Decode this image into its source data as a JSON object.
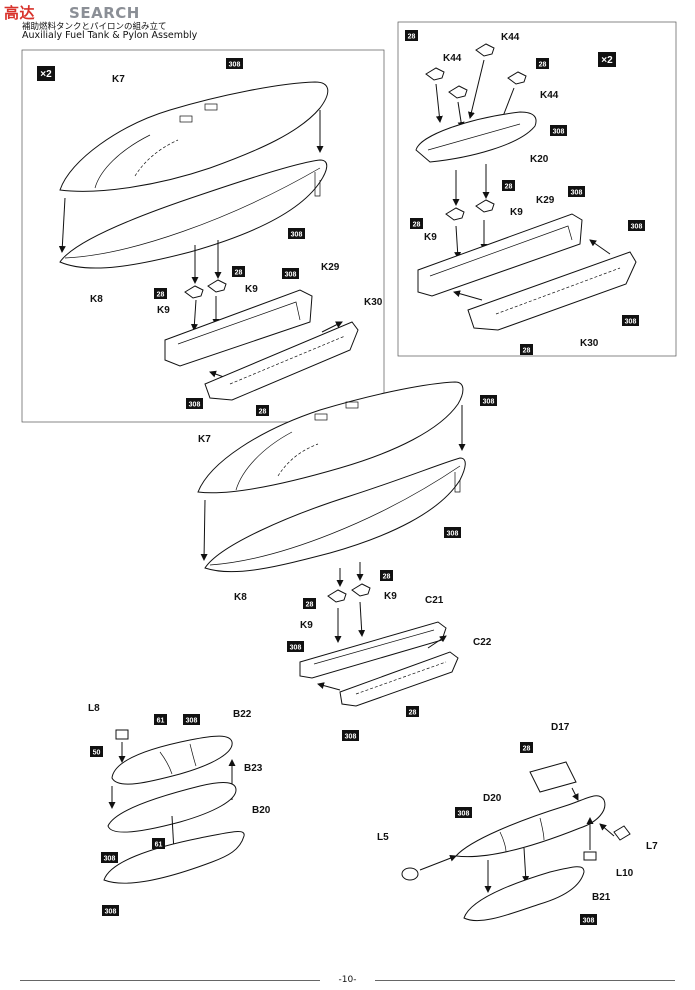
{
  "header": {
    "logo_red": "高",
    "logo_red2": "达",
    "logo_gray": "SEARCH",
    "logo_prefix": "",
    "title_jp": "補助燃料タンクとパイロンの組み立て",
    "title_en": "Auxilialy Fuel Tank & Pylon Assembly"
  },
  "page_number": "-10-",
  "multipliers": {
    "left": "×2",
    "right": "×2"
  },
  "color_tags": {
    "t308": "308",
    "t28": "28",
    "t61": "61",
    "t50": "50"
  },
  "parts": {
    "K7": "K7",
    "K8": "K8",
    "K9": "K9",
    "K29": "K29",
    "K30": "K30",
    "K20": "K20",
    "K44": "K44",
    "C21": "C21",
    "C22": "C22",
    "L8": "L8",
    "B22": "B22",
    "B23": "B23",
    "B20": "B20",
    "D17": "D17",
    "D20": "D20",
    "L5": "L5",
    "L7": "L7",
    "L10": "L10",
    "B21": "B21"
  }
}
